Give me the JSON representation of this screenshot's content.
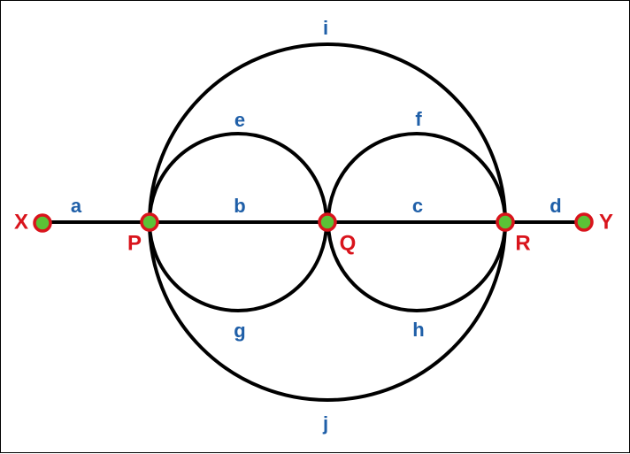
{
  "diagram": {
    "colors": {
      "line": "#000000",
      "edge_label": "#1f5fa8",
      "node_label": "#d9141c",
      "node_fill": "#5bc236",
      "node_stroke": "#d9141c"
    },
    "nodes": {
      "X": "X",
      "P": "P",
      "Q": "Q",
      "R": "R",
      "Y": "Y"
    },
    "edges": {
      "a": "a",
      "b": "b",
      "c": "c",
      "d": "d",
      "e": "e",
      "f": "f",
      "g": "g",
      "h": "h",
      "i": "i",
      "j": "j"
    }
  }
}
